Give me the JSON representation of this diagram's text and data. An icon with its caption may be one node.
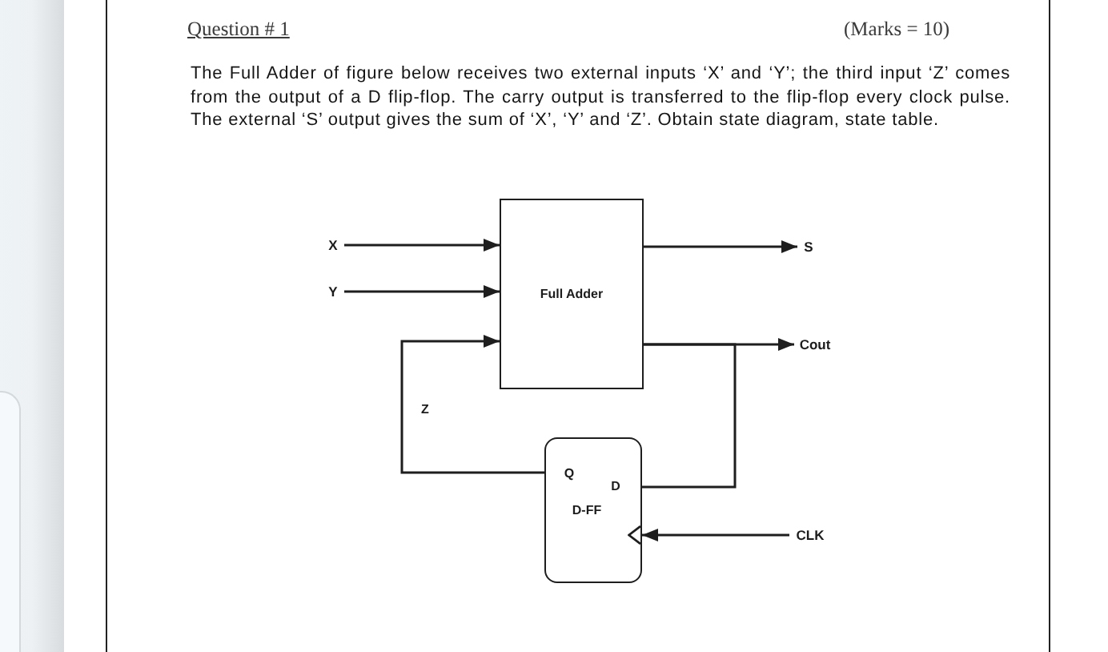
{
  "diagram": {
    "title": "Question # 1",
    "nodes": [
      {
        "text": [
          "X"
        ]
      },
      {
        "text": [
          "Y"
        ]
      },
      {
        "text": [
          "Full Adder"
        ]
      },
      {
        "text": [
          "S"
        ]
      },
      {
        "text": [
          "Cout"
        ]
      },
      {
        "text": [
          "Q",
          "D",
          "D-FF"
        ]
      },
      {
        "text": [
          "CLK"
        ]
      }
    ],
    "edges": [
      {
        "from": 0,
        "to": 2,
        "arrow": "to"
      },
      {
        "from": 1,
        "to": 2,
        "arrow": "to"
      },
      {
        "from": 2,
        "to": 3,
        "arrow": "to"
      },
      {
        "from": 2,
        "to": 4,
        "arrow": "to"
      },
      {
        "from": 2,
        "to": 5,
        "arrow": "none"
      },
      {
        "from": 5,
        "to": 2,
        "arrow": "to",
        "label": "Z"
      },
      {
        "from": 6,
        "to": 5,
        "arrow": "to"
      }
    ],
    "labels": [
      "(Marks = 10)",
      "The Full Adder of figure below receives two external inputs ‘X’ and ‘Y’; the third input ‘Z’ comes from the output of a D flip-flop. The carry output is transferred to the flip-flop every clock pulse. The external ‘S’ output gives the sum of ‘X’, ‘Y’ and ‘Z’. Obtain state diagram, state table."
    ]
  }
}
